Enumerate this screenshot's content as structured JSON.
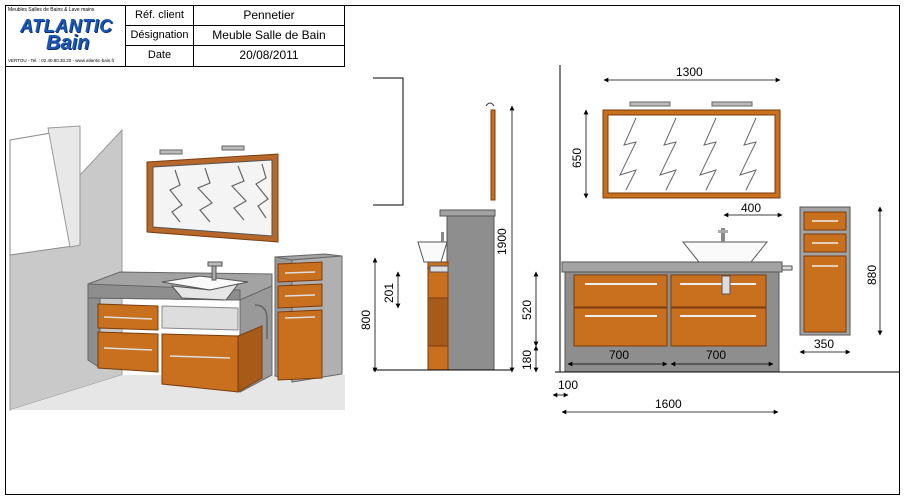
{
  "title_block": {
    "logo": {
      "brand_line1": "ATLANTIC",
      "brand_line2": "Bain",
      "tagline": "Meubles Salles de Bains & Lave mains",
      "address": "VERTOU - Tel. : 02.40.80.30.20 - www.atlantic-bain.fr"
    },
    "rows": [
      {
        "label": "Réf. client",
        "value": "Pennetier"
      },
      {
        "label": "Désignation",
        "value": "Meuble Salle de Bain"
      },
      {
        "label": "Date",
        "value": "20/08/2011"
      }
    ]
  },
  "dimensions": {
    "side_total_height": "1900",
    "side_cabinet_height": "800",
    "side_drawer_height": "201",
    "mirror_width": "1300",
    "mirror_height": "650",
    "basin_offset": "400",
    "cabinet_height": "520",
    "plinth_height": "180",
    "drawer_width_left": "700",
    "drawer_width_right": "700",
    "wall_offset": "100",
    "total_width": "1600",
    "column_height": "880",
    "column_width": "350"
  },
  "colors": {
    "wood": "#c8701e",
    "wood_dark": "#8a4512",
    "stone": "#8e8e8e",
    "stone_light": "#a9a9a9",
    "wall": "#c9c9c9",
    "floor": "#e6e6e6"
  }
}
